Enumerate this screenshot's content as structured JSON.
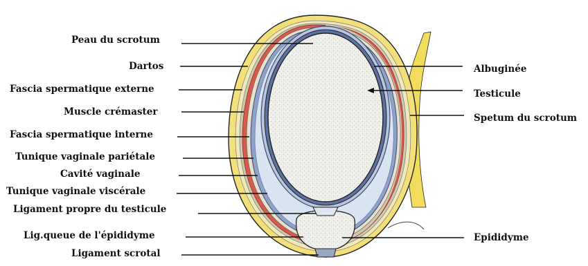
{
  "diagram": {
    "colors": {
      "skin": "#f3e07a",
      "dartos": "#f2e9b8",
      "fascia_externe": "#cfc9b2",
      "cremaster": "#d85a4d",
      "tunique_pariétale": "#8fa3c8",
      "cavite_vaginale": "#d9e4f2",
      "tunique_viscérale": "#b8c7dd",
      "albuginee": "#5f72a6",
      "testicule_fill": "#eeeeea",
      "septum": "#f1dc5c",
      "outline": "#222222"
    },
    "labels_left": [
      {
        "id": "peau",
        "text": "Peau du scrotum"
      },
      {
        "id": "dartos",
        "text": "Dartos"
      },
      {
        "id": "fascia-ext",
        "text": "Fascia spermatique externe"
      },
      {
        "id": "cremaster",
        "text": "Muscle crémaster"
      },
      {
        "id": "fascia-int",
        "text": "Fascia spermatique interne"
      },
      {
        "id": "tv-pariet",
        "text": "Tunique vaginale pariétale"
      },
      {
        "id": "cavite",
        "text": "Cavité vaginale"
      },
      {
        "id": "tv-visc",
        "text": "Tunique vaginale viscérale"
      },
      {
        "id": "lig-propre",
        "text": "Ligament propre du testicule"
      },
      {
        "id": "lig-queue",
        "text": "Lig.queue de l'épididyme"
      },
      {
        "id": "lig-scrotal",
        "text": "Ligament scrotal"
      }
    ],
    "labels_right": [
      {
        "id": "albuginee",
        "text": "Albuginée"
      },
      {
        "id": "testicule",
        "text": "Testicule"
      },
      {
        "id": "septum",
        "text": "Spetum du scrotum"
      },
      {
        "id": "epididyme",
        "text": "Epididyme"
      }
    ]
  }
}
